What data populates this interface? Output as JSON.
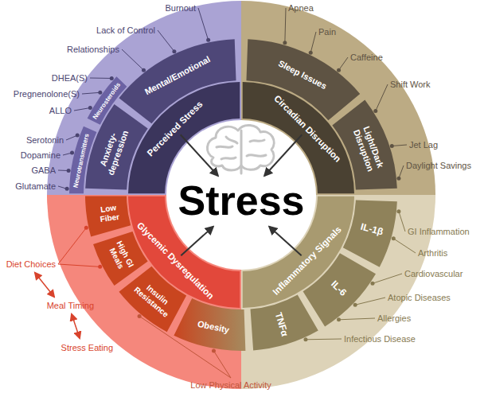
{
  "diagram": {
    "nodes": [
      {
        "text": [
          "Stress"
        ]
      },
      {
        "text": [
          "Perceived Stress"
        ]
      },
      {
        "text": [
          "Circadian Disruption"
        ]
      },
      {
        "text": [
          "Glycemic Dysregulation"
        ]
      },
      {
        "text": [
          "Inflammatory Signals"
        ]
      },
      {
        "text": [
          "Mental/Emotional"
        ]
      },
      {
        "text": [
          "Anxiety-depression"
        ]
      },
      {
        "text": [
          "Neurosteroids"
        ]
      },
      {
        "text": [
          "Neurotransmitters"
        ]
      },
      {
        "text": [
          "Sleep Issues"
        ]
      },
      {
        "text": [
          "Light/Dark Disruption"
        ]
      },
      {
        "text": [
          "IL-1β"
        ]
      },
      {
        "text": [
          "IL-6"
        ]
      },
      {
        "text": [
          "TNFα"
        ]
      },
      {
        "text": [
          "Obesity"
        ]
      },
      {
        "text": [
          "Insulin Resistance"
        ]
      },
      {
        "text": [
          "High GI Meals"
        ]
      },
      {
        "text": [
          "Low Fiber"
        ]
      }
    ],
    "edges": [
      {
        "from": 1,
        "to": 0,
        "arrow": "to"
      },
      {
        "from": 2,
        "to": 0,
        "arrow": "to"
      },
      {
        "from": 3,
        "to": 0,
        "arrow": "to"
      },
      {
        "from": 4,
        "to": 0,
        "arrow": "to"
      }
    ],
    "labels": [
      "Burnout",
      "Lack of Control",
      "Relationships",
      "DHEA(S)",
      "Pregnenolone(S)",
      "ALLO",
      "Serotonin",
      "Dopamine",
      "GABA",
      "Glutamate",
      "Apnea",
      "Pain",
      "Caffeine",
      "Shift Work",
      "Jet Lag",
      "Daylight Savings",
      "GI Inflammation",
      "Arthritis",
      "Cardiovascular",
      "Atopic Diseases",
      "Allergies",
      "Infectious Disease",
      "Diet Choices",
      "Meal Timing",
      "Stress Eating",
      "Low Physical Activity"
    ]
  }
}
